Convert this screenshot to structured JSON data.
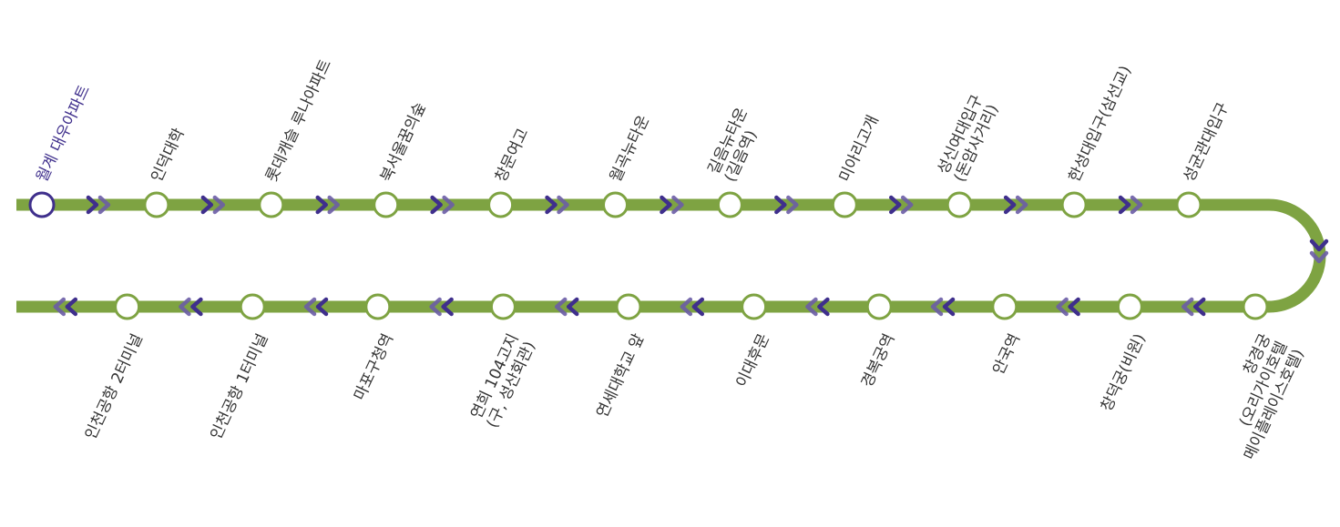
{
  "colors": {
    "line": "#7ea342",
    "station_fill": "#ffffff",
    "station_stroke": "#7ea342",
    "current_station_stroke": "#3f2f8c",
    "chevron_primary": "#3f2f8c",
    "chevron_secondary": "#6b5da6",
    "label_text": "#333333",
    "current_label_text": "#3f2f8c"
  },
  "icons": {
    "direction": "double-chevron-icon"
  },
  "route": {
    "current_station_index": 0,
    "top_row": [
      {
        "lines": [
          "월계 대우아파트"
        ]
      },
      {
        "lines": [
          "인덕대학"
        ]
      },
      {
        "lines": [
          "롯데캐슬 루나아파트"
        ]
      },
      {
        "lines": [
          "북서울꿈의숲"
        ]
      },
      {
        "lines": [
          "창문여고"
        ]
      },
      {
        "lines": [
          "월곡뉴타운"
        ]
      },
      {
        "lines": [
          "길음뉴타운",
          "(길음역)"
        ]
      },
      {
        "lines": [
          "미아리고개"
        ]
      },
      {
        "lines": [
          "성신여대입구",
          "(돈암사거리)"
        ]
      },
      {
        "lines": [
          "한성대입구(삼선교)"
        ]
      },
      {
        "lines": [
          "성균관대입구"
        ]
      }
    ],
    "bottom_row": [
      {
        "lines": [
          "창경궁",
          "(오리가이호텔",
          "메이플레이스호텔)"
        ]
      },
      {
        "lines": [
          "창덕궁(비원)"
        ]
      },
      {
        "lines": [
          "안국역"
        ]
      },
      {
        "lines": [
          "경복궁역"
        ]
      },
      {
        "lines": [
          "이대후문"
        ]
      },
      {
        "lines": [
          "연세대학교 앞"
        ]
      },
      {
        "lines": [
          "연희 104고지",
          "(구, 성산회관)"
        ]
      },
      {
        "lines": [
          "마포구청역"
        ]
      },
      {
        "lines": [
          "인천공항 1터미널"
        ]
      },
      {
        "lines": [
          "인천공항 2터미널"
        ]
      }
    ]
  }
}
